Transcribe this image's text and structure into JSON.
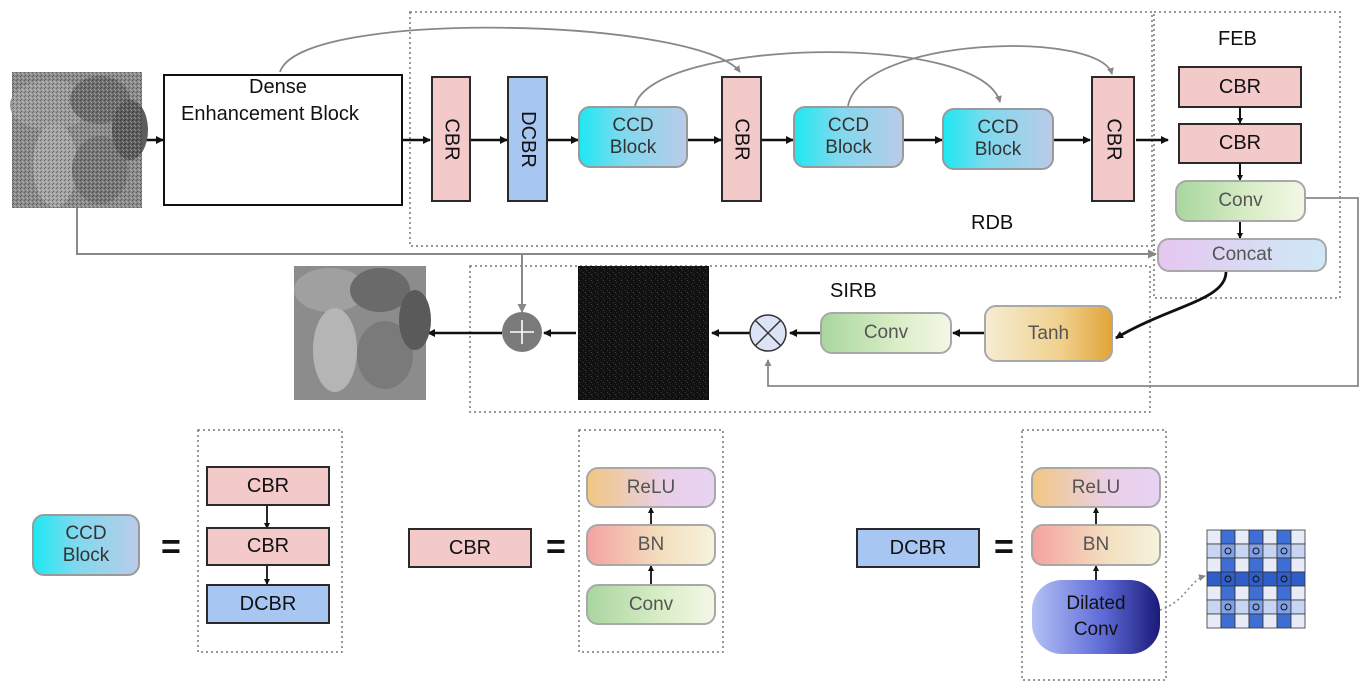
{
  "diagram": {
    "dense_block": {
      "line1": "Dense",
      "line2": "Enhancement Block"
    },
    "rdb": {
      "label": "RDB",
      "cbr1": "CBR",
      "dcbr": "DCBR",
      "ccd1": [
        "CCD",
        "Block"
      ],
      "cbr2": "CBR",
      "ccd2": [
        "CCD",
        "Block"
      ],
      "ccd3": [
        "CCD",
        "Block"
      ],
      "cbr3": "CBR"
    },
    "feb": {
      "label": "FEB",
      "cbr1": "CBR",
      "cbr2": "CBR",
      "conv": "Conv",
      "concat": "Concat"
    },
    "sirb": {
      "label": "SIRB",
      "tanh": "Tanh",
      "conv": "Conv"
    },
    "legend": {
      "ccd": {
        "label": [
          "CCD",
          "Block"
        ],
        "eq": "=",
        "items": [
          "CBR",
          "CBR",
          "DCBR"
        ]
      },
      "cbr": {
        "label": "CBR",
        "eq": "=",
        "items": [
          "ReLU",
          "BN",
          "Conv"
        ]
      },
      "dcbr": {
        "label": "DCBR",
        "eq": "=",
        "items": [
          "ReLU",
          "BN"
        ],
        "dilated": [
          "Dilated",
          "Conv"
        ]
      }
    }
  },
  "colors": {
    "cbr": "#f3c9c9",
    "dcbr": "#a8c6f2",
    "ccd_cyan": "#1ee8f2",
    "arrow": "#111111",
    "skip": "#888888"
  }
}
